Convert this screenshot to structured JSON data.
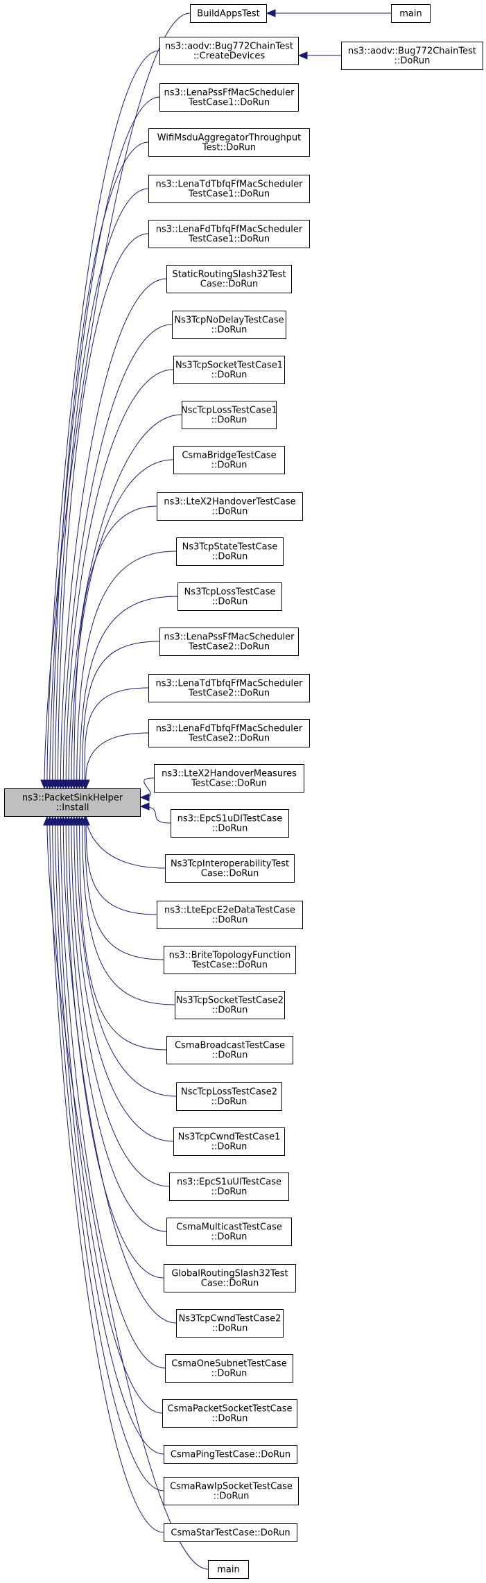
{
  "graph": {
    "root": {
      "id": "root",
      "lines": [
        "ns3::PacketSinkHelper",
        "::Install"
      ]
    },
    "callers": [
      {
        "id": "c0",
        "lines": [
          "BuildAppsTest"
        ]
      },
      {
        "id": "c1",
        "lines": [
          "ns3::aodv::Bug772ChainTest",
          "::CreateDevices"
        ]
      },
      {
        "id": "c2",
        "lines": [
          "ns3::LenaPssFfMacScheduler",
          "TestCase1::DoRun"
        ]
      },
      {
        "id": "c3",
        "lines": [
          "WifiMsduAggregatorThroughput",
          "Test::DoRun"
        ]
      },
      {
        "id": "c4",
        "lines": [
          "ns3::LenaTdTbfqFfMacScheduler",
          "TestCase1::DoRun"
        ]
      },
      {
        "id": "c5",
        "lines": [
          "ns3::LenaFdTbfqFfMacScheduler",
          "TestCase1::DoRun"
        ]
      },
      {
        "id": "c6",
        "lines": [
          "StaticRoutingSlash32Test",
          "Case::DoRun"
        ]
      },
      {
        "id": "c7",
        "lines": [
          "Ns3TcpNoDelayTestCase",
          "::DoRun"
        ]
      },
      {
        "id": "c8",
        "lines": [
          "Ns3TcpSocketTestCase1",
          "::DoRun"
        ]
      },
      {
        "id": "c9",
        "lines": [
          "NscTcpLossTestCase1",
          "::DoRun"
        ]
      },
      {
        "id": "c10",
        "lines": [
          "CsmaBridgeTestCase",
          "::DoRun"
        ]
      },
      {
        "id": "c11",
        "lines": [
          "ns3::LteX2HandoverTestCase",
          "::DoRun"
        ]
      },
      {
        "id": "c12",
        "lines": [
          "Ns3TcpStateTestCase",
          "::DoRun"
        ]
      },
      {
        "id": "c13",
        "lines": [
          "Ns3TcpLossTestCase",
          "::DoRun"
        ]
      },
      {
        "id": "c14",
        "lines": [
          "ns3::LenaPssFfMacScheduler",
          "TestCase2::DoRun"
        ]
      },
      {
        "id": "c15",
        "lines": [
          "ns3::LenaTdTbfqFfMacScheduler",
          "TestCase2::DoRun"
        ]
      },
      {
        "id": "c16",
        "lines": [
          "ns3::LenaFdTbfqFfMacScheduler",
          "TestCase2::DoRun"
        ]
      },
      {
        "id": "c17",
        "lines": [
          "ns3::LteX2HandoverMeasures",
          "TestCase::DoRun"
        ]
      },
      {
        "id": "c18",
        "lines": [
          "ns3::EpcS1uDlTestCase",
          "::DoRun"
        ]
      },
      {
        "id": "c19",
        "lines": [
          "Ns3TcpInteroperabilityTest",
          "Case::DoRun"
        ]
      },
      {
        "id": "c20",
        "lines": [
          "ns3::LteEpcE2eDataTestCase",
          "::DoRun"
        ]
      },
      {
        "id": "c21",
        "lines": [
          "ns3::BriteTopologyFunction",
          "TestCase::DoRun"
        ]
      },
      {
        "id": "c22",
        "lines": [
          "Ns3TcpSocketTestCase2",
          "::DoRun"
        ]
      },
      {
        "id": "c23",
        "lines": [
          "CsmaBroadcastTestCase",
          "::DoRun"
        ]
      },
      {
        "id": "c24",
        "lines": [
          "NscTcpLossTestCase2",
          "::DoRun"
        ]
      },
      {
        "id": "c25",
        "lines": [
          "Ns3TcpCwndTestCase1",
          "::DoRun"
        ]
      },
      {
        "id": "c26",
        "lines": [
          "ns3::EpcS1uUlTestCase",
          "::DoRun"
        ]
      },
      {
        "id": "c27",
        "lines": [
          "CsmaMulticastTestCase",
          "::DoRun"
        ]
      },
      {
        "id": "c28",
        "lines": [
          "GlobalRoutingSlash32Test",
          "Case::DoRun"
        ]
      },
      {
        "id": "c29",
        "lines": [
          "Ns3TcpCwndTestCase2",
          "::DoRun"
        ]
      },
      {
        "id": "c30",
        "lines": [
          "CsmaOneSubnetTestCase",
          "::DoRun"
        ]
      },
      {
        "id": "c31",
        "lines": [
          "CsmaPacketSocketTestCase",
          "::DoRun"
        ]
      },
      {
        "id": "c32",
        "lines": [
          "CsmaPingTestCase::DoRun"
        ]
      },
      {
        "id": "c33",
        "lines": [
          "CsmaRawIpSocketTestCase",
          "::DoRun"
        ]
      },
      {
        "id": "c34",
        "lines": [
          "CsmaStarTestCase::DoRun"
        ]
      },
      {
        "id": "c35",
        "lines": [
          "main"
        ]
      }
    ],
    "level2": [
      {
        "id": "m0",
        "lines": [
          "main"
        ],
        "calls": "c0"
      },
      {
        "id": "m1",
        "lines": [
          "ns3::aodv::Bug772ChainTest",
          "::DoRun"
        ],
        "calls": "c1"
      }
    ]
  }
}
